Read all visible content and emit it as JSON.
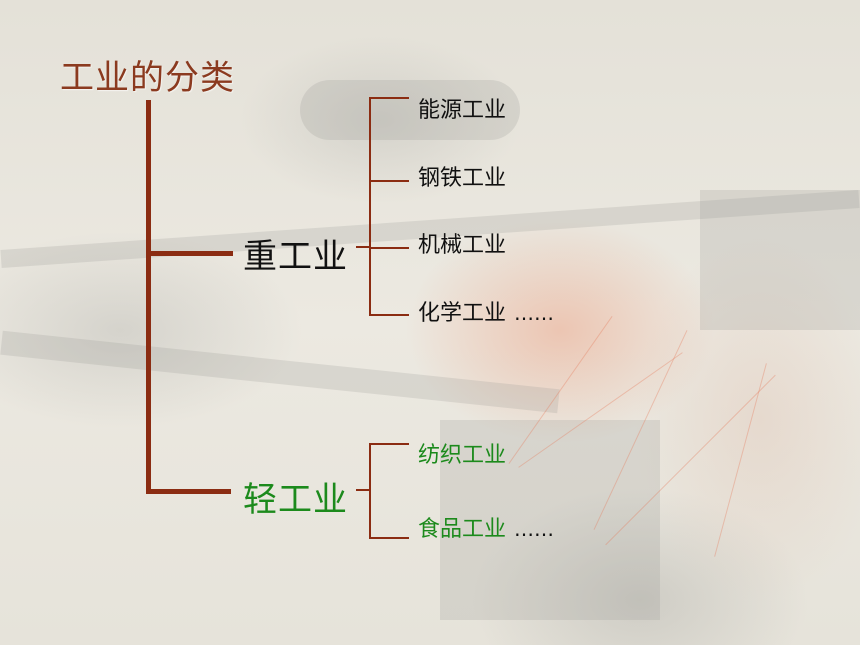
{
  "title": "工业的分类",
  "heavy": {
    "label": "重工业",
    "items": [
      "能源工业",
      "钢铁工业",
      "机械工业",
      "化学工业"
    ],
    "ellipsis": "……"
  },
  "light": {
    "label": "轻工业",
    "items": [
      "纺织工业",
      "食品工业"
    ],
    "ellipsis": "……"
  },
  "colors": {
    "title": "#8b3a1f",
    "line": "#8b2c12",
    "heavy_text": "#111111",
    "light_text": "#1c8a1c"
  }
}
